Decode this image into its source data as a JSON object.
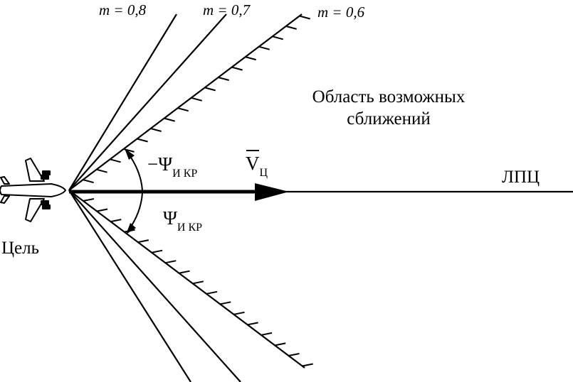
{
  "labels": {
    "m_08": "m = 0,8",
    "m_07": "m = 0,7",
    "m_06": "m = 0,6",
    "area_line1": "Область возможных",
    "area_line2": "сближений",
    "neg_psi": "−Ψ",
    "neg_psi_sub": "И КР",
    "psi": "Ψ",
    "psi_sub": "И КР",
    "velocity": "V",
    "velocity_sub": "Ц",
    "lpc": "ЛПЦ",
    "target": "Цель"
  },
  "colors": {
    "ink": "#000000",
    "background": "#ffffff",
    "aircraft_fill": "#ffffff"
  },
  "icons": {
    "aircraft": "airplane-icon"
  }
}
